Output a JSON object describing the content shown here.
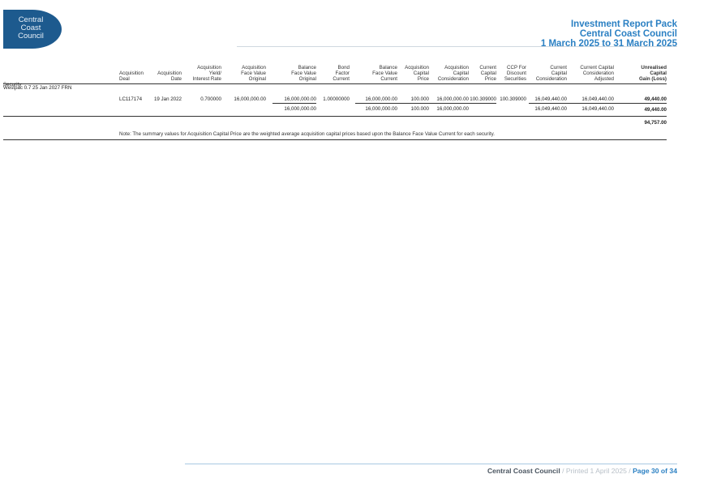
{
  "logo": {
    "line1": "Central",
    "line2": "Coast",
    "line3": "Council"
  },
  "header": {
    "title": "Investment Report Pack",
    "org": "Central Coast Council",
    "period": "1 March 2025 to 31 March 2025"
  },
  "columns": {
    "security": "Security",
    "acq_deal": [
      "Acquisition",
      "Deal"
    ],
    "acq_date": [
      "Acquisition",
      "Date"
    ],
    "acq_yield": [
      "Acquisition",
      "Yield/",
      "Interest Rate"
    ],
    "acq_face": [
      "Acquisition",
      "Face Value",
      "Original"
    ],
    "bal_face_orig": [
      "Balance",
      "Face Value",
      "Original"
    ],
    "bond_factor": [
      "Bond",
      "Factor",
      "Current"
    ],
    "bal_face_curr": [
      "Balance",
      "Face Value",
      "Current"
    ],
    "acq_cap_price": [
      "Acquisition",
      "Capital",
      "Price"
    ],
    "acq_cap_consid": [
      "Acquisition",
      "Capital",
      "Consideration"
    ],
    "curr_cap_price": [
      "Current",
      "Capital",
      "Price"
    ],
    "ccp_disc": [
      "CCP For",
      "Discount",
      "Securities"
    ],
    "curr_cap_consid": [
      "Current",
      "Capital",
      "Consideration"
    ],
    "curr_cap_adj": [
      "Current Capital",
      "Consideration",
      "Adjusted"
    ],
    "unrealised": [
      "Unrealised",
      "Capital",
      "Gain (Loss)"
    ]
  },
  "security_name": "Westpac 0.7 25 Jan 2027 FRN",
  "row": {
    "deal": "LC117174",
    "date": "19 Jan 2022",
    "yield": "0.700000",
    "acq_face": "16,000,000.00",
    "bal_face_orig": "16,000,000.00",
    "bond_factor": "1.00000000",
    "bal_face_curr": "16,000,000.00",
    "acq_price": "100.000",
    "acq_consid": "16,000,000.00",
    "curr_price": "100.309000",
    "ccp": "100.309000",
    "curr_consid": "16,049,440.00",
    "curr_adj": "16,049,440.00",
    "gain": "49,440.00"
  },
  "subtotal": {
    "bal_face_orig": "16,000,000.00",
    "bal_face_curr": "16,000,000.00",
    "acq_price": "100.000",
    "acq_consid": "16,000,000.00",
    "curr_consid": "16,049,440.00",
    "curr_adj": "16,049,440.00",
    "gain": "49,440.00"
  },
  "total": {
    "gain": "94,757.00"
  },
  "note": "Note: The summary values for Acquisition Capital Price are the weighted average acquisition capital prices based upon the Balance Face Value Current for each security.",
  "footer": {
    "org": "Central Coast Council",
    "printed": "/ Printed 1 April 2025 /",
    "page": "Page 30 of 34"
  }
}
